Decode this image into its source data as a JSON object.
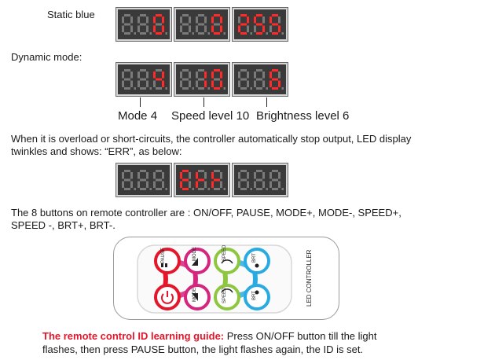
{
  "static": {
    "label": "Static blue",
    "displays": [
      "0",
      "0",
      "255"
    ]
  },
  "dynamic": {
    "label": "Dynamic mode:",
    "displays": [
      "4",
      "10",
      "6"
    ],
    "captions": [
      "Mode 4",
      "Speed level 10",
      "Brightness level 6"
    ]
  },
  "error": {
    "line1": "When it is overload or short-circuits, the controller  automatically stop output, LED display",
    "line2": "twinkles and shows:  “ERR”, as below:",
    "displays": [
      "",
      "ERR",
      ""
    ]
  },
  "buttons_text": {
    "line1": "The 8 buttons on remote controller are : ON/OFF, PAUSE, MODE+, MODE-, SPEED+,",
    "line2": "SPEED -, BRT+, BRT-."
  },
  "remote": {
    "side_label": "LED CONTROLLER",
    "buttons": [
      {
        "label": "PAUSE",
        "color": "#e4162b"
      },
      {
        "label": "MODE",
        "color": "#d4257f"
      },
      {
        "label": "SPEED",
        "color": "#8dc63f"
      },
      {
        "label": "BRT",
        "color": "#29abe2"
      },
      {
        "label": "",
        "color": "#e4162b"
      },
      {
        "label": "MODE",
        "color": "#d4257f"
      },
      {
        "label": "SPEED",
        "color": "#8dc63f"
      },
      {
        "label": "BRT",
        "color": "#29abe2"
      }
    ]
  },
  "guide": {
    "title": "The remote control ID learning guide:",
    "line1_rest": " Press ON/OFF button till the light",
    "line2": "flashes, then press PAUSE button, the light flashes again, the ID is set."
  }
}
